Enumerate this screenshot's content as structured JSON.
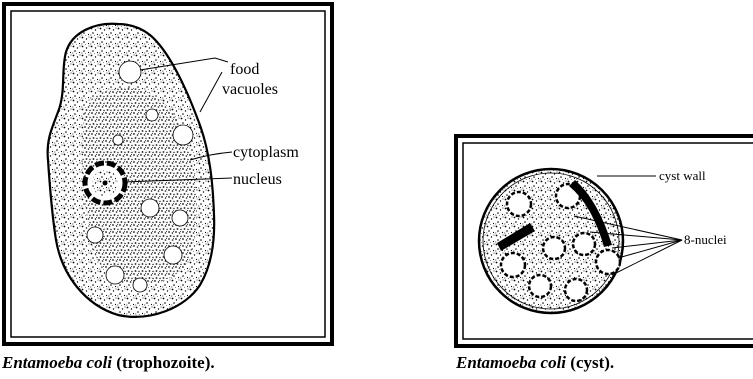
{
  "trophozoite_figure": {
    "labels": {
      "food": "food",
      "vacuoles": "vacuoles",
      "cytoplasm": "cytoplasm",
      "nucleus": "nucleus"
    },
    "caption": {
      "species": "Entamoeba coli",
      "stage": "(trophozoite)."
    }
  },
  "cyst_figure": {
    "labels": {
      "cyst_wall": "cyst wall",
      "nuclei": "8-nuclei"
    },
    "caption": {
      "species": "Entamoeba coli",
      "stage": "(cyst)."
    }
  }
}
